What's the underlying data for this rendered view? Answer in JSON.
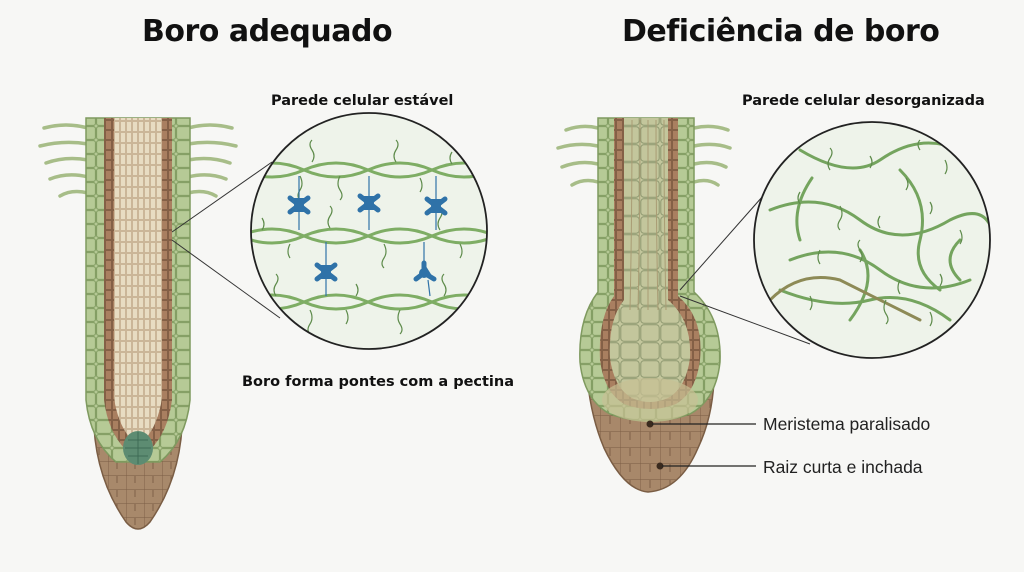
{
  "left": {
    "title": "Boro adequado",
    "zoom_caption": "Parede celular estável",
    "bottom_caption": "Boro forma pontes com a pectina"
  },
  "right": {
    "title": "Deficiência de boro",
    "zoom_caption": "Parede celular desorganizada",
    "labels": [
      "Meristema paralisado",
      "Raiz curta e inchada"
    ]
  },
  "colors": {
    "epidermis": "#b4c994",
    "cortex": "#a67d5f",
    "stele": "#e7dcc3",
    "cap": "#a4876a",
    "pectin": "#76a860",
    "boron_bridge": "#2f72a8"
  }
}
